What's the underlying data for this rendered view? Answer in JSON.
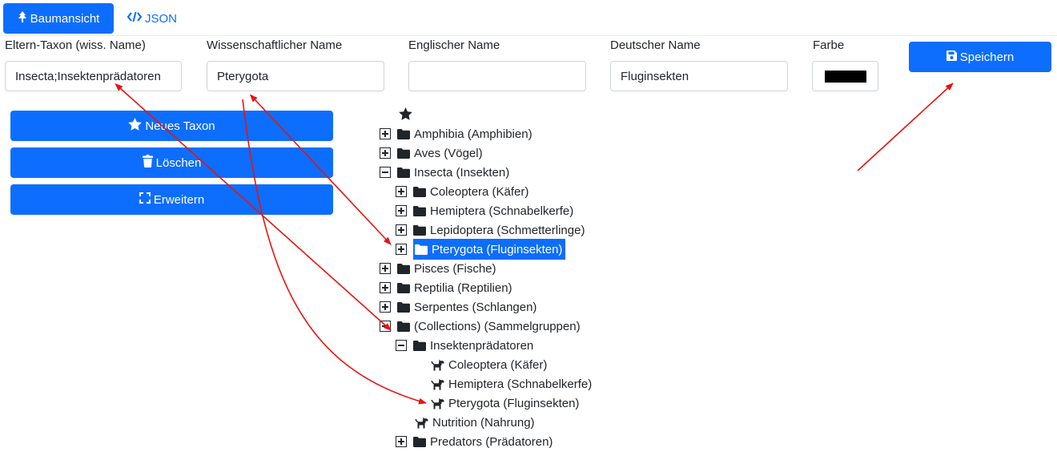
{
  "tabs": {
    "tree": "Baumansicht",
    "json": "JSON"
  },
  "form": {
    "parent": {
      "label": "Eltern-Taxon (wiss. Name)",
      "value": "Insecta;Insektenprädatoren"
    },
    "scientific": {
      "label": "Wissenschaftlicher Name",
      "value": "Pterygota"
    },
    "english": {
      "label": "Englischer Name",
      "value": ""
    },
    "german": {
      "label": "Deutscher Name",
      "value": "Fluginsekten"
    },
    "color": {
      "label": "Farbe",
      "value": "#000000"
    },
    "save": "Speichern"
  },
  "actions": {
    "new": "Neues Taxon",
    "delete": "Löschen",
    "expand": "Erweitern"
  },
  "tree": {
    "amphibia": "Amphibia (Amphibien)",
    "aves": "Aves (Vögel)",
    "insecta": "Insecta (Insekten)",
    "coleoptera": "Coleoptera (Käfer)",
    "hemiptera": "Hemiptera (Schnabelkerfe)",
    "lepidoptera": "Lepidoptera (Schmetterlinge)",
    "pterygota": "Pterygota (Fluginsekten)",
    "pisces": "Pisces (Fische)",
    "reptilia": "Reptilia (Reptilien)",
    "serpentes": "Serpentes (Schlangen)",
    "collections": "(Collections) (Sammelgruppen)",
    "insektenpraedatoren": "Insektenprädatoren",
    "link_coleoptera": "Coleoptera (Käfer)",
    "link_hemiptera": "Hemiptera (Schnabelkerfe)",
    "link_pterygota": "Pterygota (Fluginsekten)",
    "nutrition": "Nutrition (Nahrung)",
    "predators": "Predators (Prädatoren)"
  },
  "colors": {
    "accent": "#0d6efd",
    "annotation": "#e8130f"
  }
}
